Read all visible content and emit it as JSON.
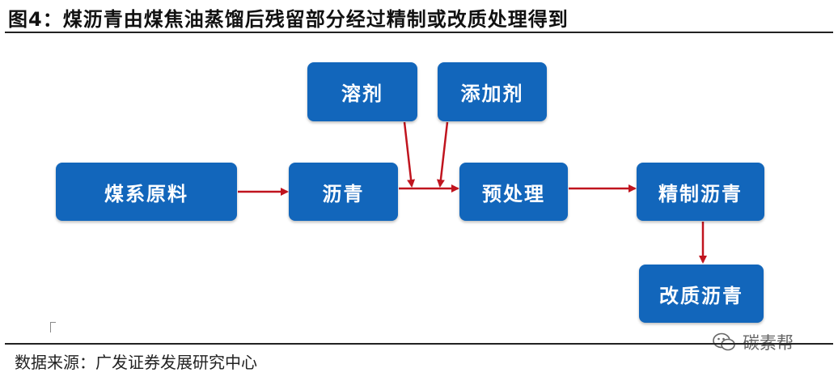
{
  "figure": {
    "title": "图4：煤沥青由煤焦油蒸馏后残留部分经过精制或改质处理得到",
    "source": "数据来源：广发证券发展研究中心"
  },
  "diagram": {
    "nodes": {
      "coal_feedstock": "煤系原料",
      "pitch": "沥青",
      "solvent": "溶剂",
      "additive": "添加剂",
      "pretreatment": "预处理",
      "refined_pitch": "精制沥青",
      "modified_pitch": "改质沥青"
    },
    "edges": [
      {
        "from": "coal_feedstock",
        "to": "pitch"
      },
      {
        "from": "pitch",
        "to": "pretreatment"
      },
      {
        "from": "solvent",
        "to": "pretreatment"
      },
      {
        "from": "additive",
        "to": "pretreatment"
      },
      {
        "from": "pretreatment",
        "to": "refined_pitch"
      },
      {
        "from": "refined_pitch",
        "to": "modified_pitch"
      }
    ],
    "box_color": "#1266bb",
    "arrow_color": "#c0141e"
  },
  "watermark": {
    "text": "碳素帮",
    "icon": "wechat-icon"
  }
}
